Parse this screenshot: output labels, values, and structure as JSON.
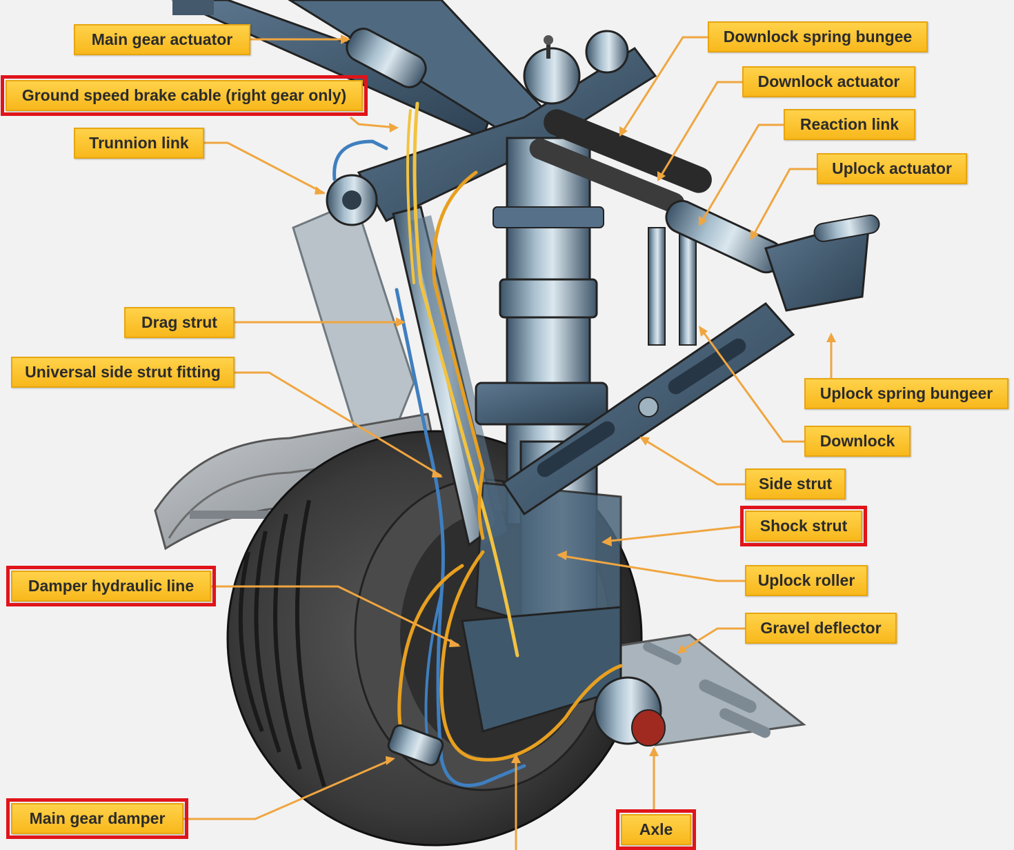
{
  "diagram": {
    "labels": {
      "main_gear_actuator": "Main gear actuator",
      "ground_speed_brake_cable": "Ground speed brake cable (right gear only)",
      "trunnion_link": "Trunnion link",
      "drag_strut": "Drag strut",
      "universal_side_strut_fitting": "Universal side strut fitting",
      "damper_hydraulic_line": "Damper hydraulic line",
      "main_gear_damper": "Main gear damper",
      "downlock_spring_bungee": "Downlock spring bungee",
      "downlock_actuator": "Downlock actuator",
      "reaction_link": "Reaction link",
      "uplock_actuator": "Uplock actuator",
      "uplock_spring_bungeer": "Uplock spring bungeer",
      "downlock": "Downlock",
      "side_strut": "Side strut",
      "shock_strut": "Shock strut",
      "uplock_roller": "Uplock roller",
      "gravel_deflector": "Gravel deflector",
      "axle": "Axle"
    },
    "highlighted": [
      "ground_speed_brake_cable",
      "damper_hydraulic_line",
      "main_gear_damper",
      "shock_strut",
      "axle"
    ],
    "colors": {
      "label_fill": "#f8c02a",
      "highlight_border": "#e0141a",
      "leader_line": "#f0a640",
      "strut_metal": "#6f8fa6",
      "tire": "#3a3a3a",
      "hydraulic_line_blue": "#3f7fc0",
      "hydraulic_line_orange": "#e8a020"
    }
  }
}
